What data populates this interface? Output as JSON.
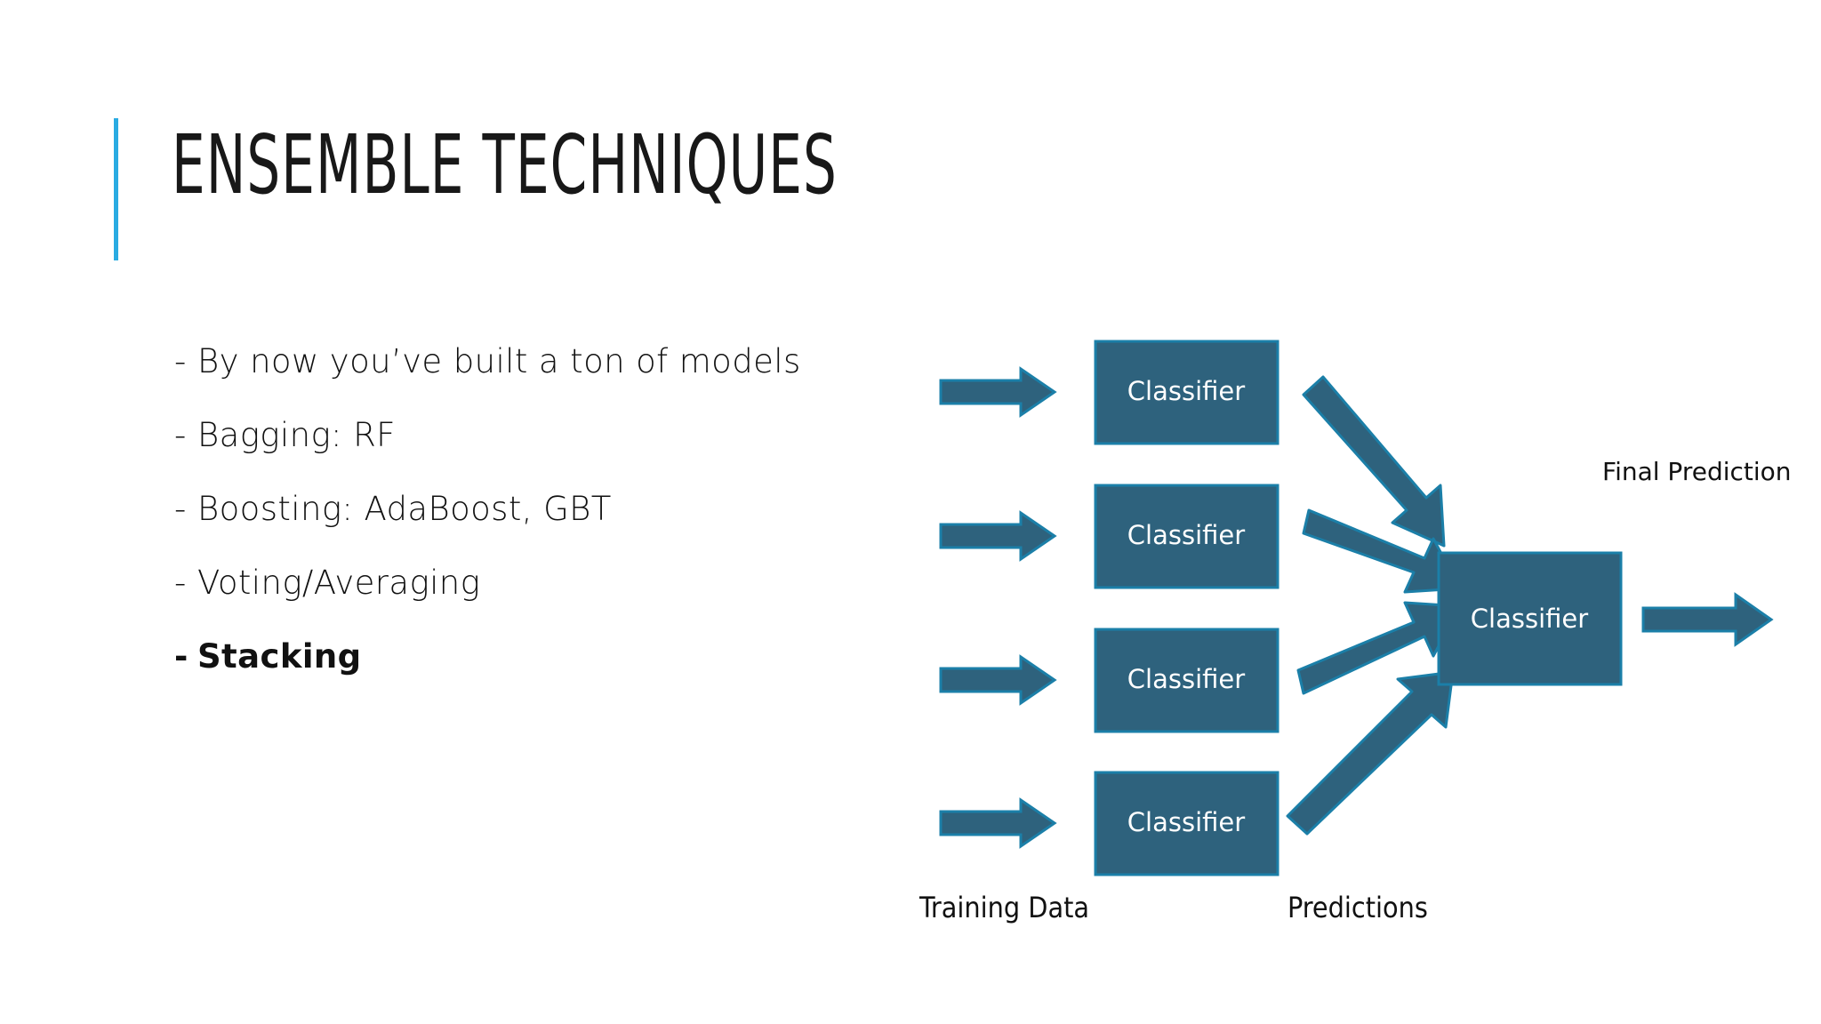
{
  "slide": {
    "title": "ENSEMBLE TECHNIQUES",
    "accent_color": "#29ABE2",
    "background_color": "#FFFFFF",
    "title_color": "#181818"
  },
  "bullets": [
    {
      "dash": "-",
      "text": "By now you’ve built a ton of models",
      "bold": false
    },
    {
      "dash": "-",
      "text": "Bagging: RF",
      "bold": false
    },
    {
      "dash": "-",
      "text": "Boosting: AdaBoost, GBT",
      "bold": false
    },
    {
      "dash": "-",
      "text": "Voting/Averaging",
      "bold": false
    },
    {
      "dash": "-",
      "text": "Stacking",
      "bold": true
    }
  ],
  "diagram": {
    "box_fill": "#2E627D",
    "box_stroke": "#1B7FA8",
    "arrow_fill": "#2E627D",
    "arrow_stroke": "#1B7FA8",
    "base_classifiers": [
      {
        "label": "Classifier"
      },
      {
        "label": "Classifier"
      },
      {
        "label": "Classifier"
      },
      {
        "label": "Classifier"
      }
    ],
    "meta_classifier": {
      "label": "Classifier"
    },
    "labels": {
      "training_data": "Training Data",
      "predictions": "Predictions",
      "final_prediction": "Final Prediction"
    }
  }
}
